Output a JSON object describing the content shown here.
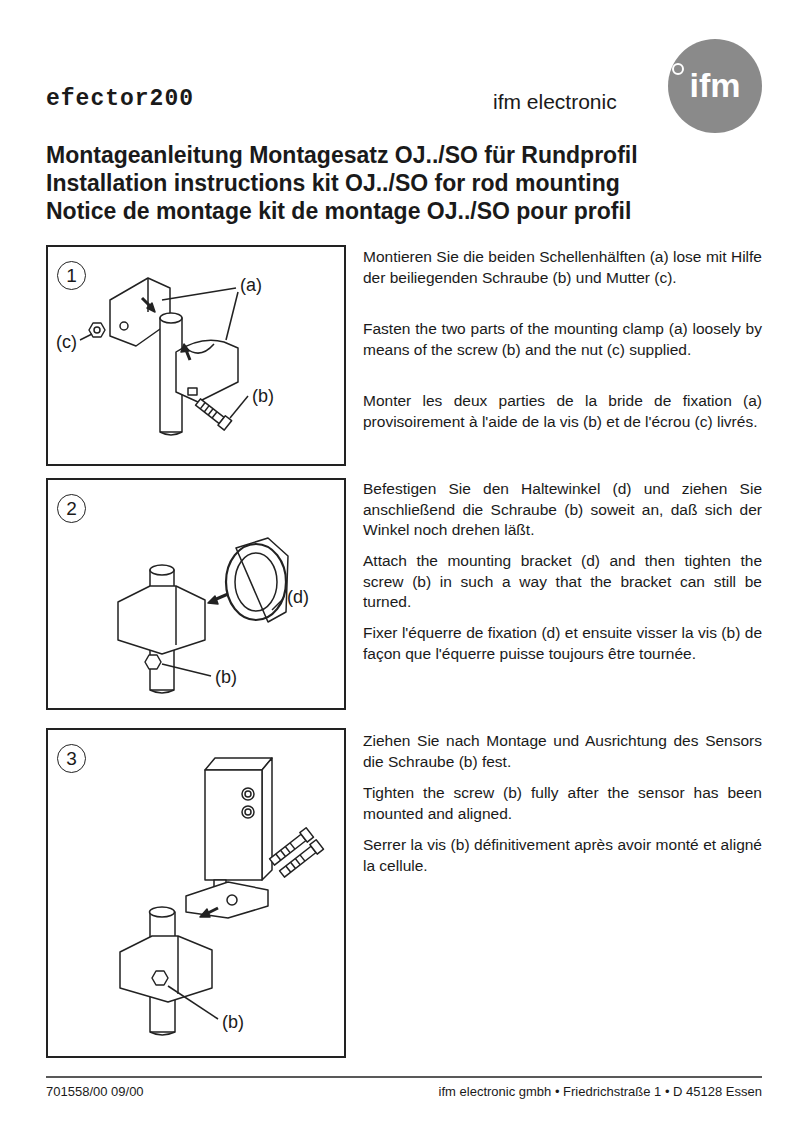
{
  "diagram": {
    "title": "Montageanleitung Montagesatz OJ../SO für Rundprofil",
    "nodes": [
      {
        "text": [
          "(a)",
          "(c)",
          "(b)"
        ]
      },
      {
        "text": [
          "1"
        ],
        "in": 0
      },
      {
        "text": [
          "(d)",
          "(b)"
        ]
      },
      {
        "text": [
          "2"
        ],
        "in": 2
      },
      {
        "text": [
          "(b)"
        ]
      },
      {
        "text": [
          "3"
        ],
        "in": 4
      }
    ],
    "labels": [
      "efector200",
      "ifm electronic",
      "ifm",
      "Installation instructions kit OJ../SO for rod mounting",
      "Notice de montage kit de montage OJ../SO pour profil",
      "Montieren Sie die beiden Schellenhälften (a) lose mit Hilfe der beiliegenden Schraube (b) und Mutter (c).",
      "Fasten the two parts of the mounting clamp (a) loosely by means of the screw (b) and the nut (c) supplied.",
      "Monter les deux parties de la bride de fixation (a) provisoirement à l'aide de la vis (b) et de l'écrou (c) livrés.",
      "Befestigen Sie den Haltewinkel (d) und ziehen Sie anschließend die Schraube (b) soweit an, daß sich der Winkel noch drehen läßt.",
      "Attach the mounting bracket (d) and then tighten the screw (b) in such a way that the bracket can still be turned.",
      "Fixer l'équerre de fixation (d) et ensuite visser la vis (b) de façon que l'équerre puisse toujours être tournée.",
      "Ziehen Sie nach Montage und Ausrichtung des Sensors die Schraube (b) fest.",
      "Tighten the screw (b) fully after the sensor has been mounted and aligned.",
      "Serrer la vis (b) définitivement après avoir monté et aligné la cellule.",
      "701558/00  09/00",
      "ifm electronic gmbh • Friedrichstraße 1 • D 45128 Essen"
    ]
  }
}
